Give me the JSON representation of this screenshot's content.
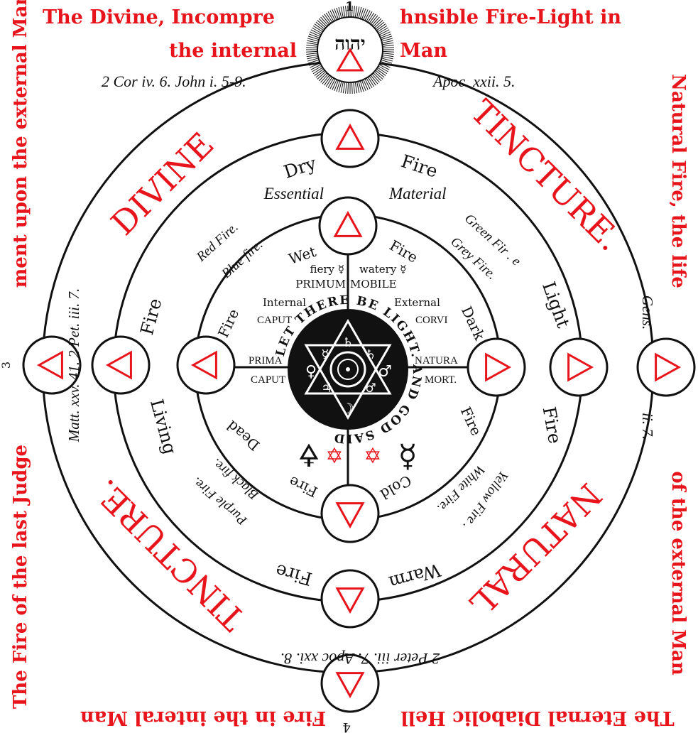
{
  "colors": {
    "accent": "#e8141b",
    "ink": "#111111",
    "background": "#ffffff"
  },
  "corner_text": {
    "top_left_line1": "The Divine, Incompre",
    "top_right_line1": "hnsible Fire-Light in",
    "top_left_line2": "the internal",
    "top_right_line2": "Man",
    "bottom_left": "Fire in the interal Man",
    "bottom_right": "The Eternal Diabolic Hell",
    "left_upper": "ment upon the  external Man",
    "left_lower": "The Fire of the last Judge",
    "right_upper": "Natural Fire, the life",
    "right_lower": "of the external Man"
  },
  "numbers": {
    "top": "1",
    "bottom": "4",
    "left": "3"
  },
  "top_node": {
    "hebrew": "יהוה"
  },
  "references": {
    "top_left": "2 Cor iv. 6. John i. 5-9.",
    "top_right": "Apoc. xxii. 5.",
    "left": "Matt. xxv. 41. 2 Pet. iii. 7.",
    "right_upper": "Gens.",
    "right_lower": "ii. 7.",
    "bottom": "2 Peter iii. 7. Apoc xxi. 8."
  },
  "quadrant_titles": {
    "divine": "DIVINE",
    "tincture_top": "TINCTURE.",
    "tincture_bottom": "TINCTURE.",
    "natural": "NATURAL"
  },
  "ring_outer_words": {
    "dry": "Dry",
    "fire_top": "Fire",
    "fire_left": "Fire",
    "living": "Living",
    "light": "Light",
    "fire_right": "Fire",
    "fire_bottom": "Fire",
    "warm": "Warm"
  },
  "ring_middle_words": {
    "essential": "Essential",
    "material": "Material",
    "red_fire": "Red Fire.",
    "blue_fire": "Blue fire.",
    "green_fire": "Green Fir . e",
    "grey_fire": "Grey Fire.",
    "black_fire": "Black fire.",
    "purple_fire": "Purple Fire.",
    "white_fire": "White Fire.",
    "yellow_fire": "Yellow Fire ."
  },
  "ring_inner_words": {
    "wet": "Wet",
    "fire_ne": "Fire",
    "fire_nw": "Fire",
    "dark": "Dark",
    "dead": "Dead",
    "fire_se": "Fire",
    "fire_sw": "Fire",
    "cold": "Cold"
  },
  "center_labels": {
    "fiery_mercury": "fiery ☿",
    "watery_mercury": "watery ☿",
    "primum": "PRIMUM",
    "mobile": "MOBILE",
    "internal": "Internal",
    "external": "External",
    "caput_top": "CAPUT",
    "corvi": "CORVI",
    "prima": "PRIMA",
    "natura": "NATURA",
    "caput_bottom": "CAPUT",
    "mort": "MORT."
  },
  "disc_motto": "LET THERE BE LIGHT. AND GOD SAID",
  "planet_symbols": {
    "top": "♄",
    "upper_left": "☿",
    "upper_right": "♄",
    "left": "♀",
    "right": "♂",
    "lower_left": "♃",
    "lower_right": "♂",
    "bottom": "☽",
    "center": "☉"
  },
  "bottom_glyphs": {
    "left_alchemy": "🜍",
    "right_alchemy": "☿",
    "star": "✡"
  }
}
